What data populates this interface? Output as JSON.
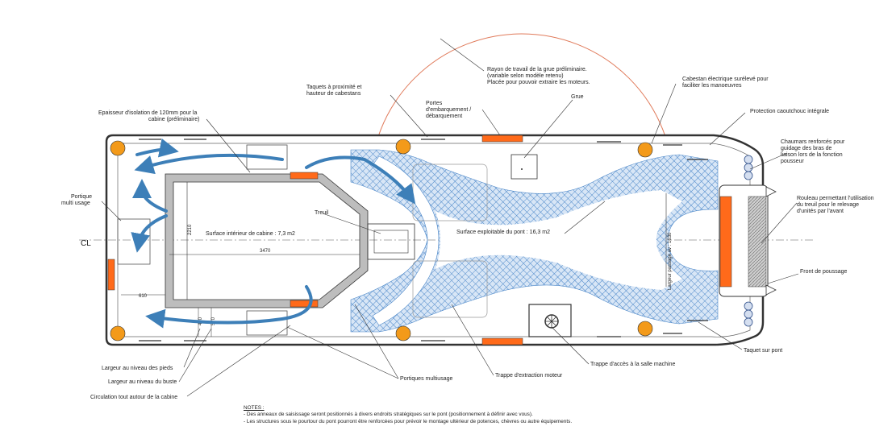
{
  "labels": {
    "crane_radius": [
      "Rayon de travail de la grue préliminaire.",
      "(variable selon modèle retenu)",
      "Placée pour pouvoir extraire les moteurs."
    ],
    "cleats_near_capstan": [
      "Taquets à proximité et",
      "hauteur de cabestans"
    ],
    "boarding_doors": [
      "Portes",
      "d'embarquement /",
      "débarquement"
    ],
    "crane": "Grue",
    "capstan": [
      "Cabestan électrique surélevé pour",
      "faciliter les manoeuvres"
    ],
    "rubber_protection": "Protection caoutchouc intégrale",
    "insulation": [
      "Epaisseur d'isolation de 120mm pour la",
      "cabine (préliminaire)"
    ],
    "fairleads": [
      "Chaumars renforcés pour",
      "guidage des bras de",
      "liaison lors de la fonction",
      "pousseur"
    ],
    "portique_multi": [
      "Portique",
      "multi usage"
    ],
    "winch": "Treuil",
    "cabin_surface": "Surface intérieur de cabine : 7,3 m2",
    "deck_surface": "Surface exploitable du pont : 16,3 m2",
    "roller": [
      "Rouleau permettant l'utilisation",
      "du treuil pour le relevage",
      "d'unités par l'avant"
    ],
    "push_front": "Front de poussage",
    "deck_cleat": "Taquet sur pont",
    "engine_room_hatch": "Trappe d'accès à la salle machine",
    "engine_extract_hatch": "Trappe d'extraction moteur",
    "multi_gantries": "Portiques multiusage",
    "width_feet": "Largeur au niveau des pieds",
    "width_bust": "Largeur au niveau du buste",
    "circulation": "Circulation tout autour de la cabine",
    "centerline": "CL",
    "passage_width": "Largeur passage av : 1630"
  },
  "dimensions": {
    "cabin_length": "3470",
    "cabin_width": "2210",
    "side_gap": "610",
    "feet_width": "470",
    "bust_width": "570"
  },
  "notes": {
    "title": "NOTES :",
    "lines": [
      "- Des anneaux de saisissage seront positionnés à divers endroits stratégiques sur le pont (positionnement à définir avec vous).",
      "- Les structures sous le pourtour du pont pourront être renforcées pour prévoir le montage ultérieur de potences, chèvres ou autre équipements."
    ]
  },
  "colors": {
    "outline": "#333333",
    "flow_arrow": "#3d7fb8",
    "orange": "#ff6a1a",
    "deck_mesh": "#4a86c8",
    "crane_circle": "#e07a5a",
    "cabin_wall": "#bdbdbd"
  }
}
